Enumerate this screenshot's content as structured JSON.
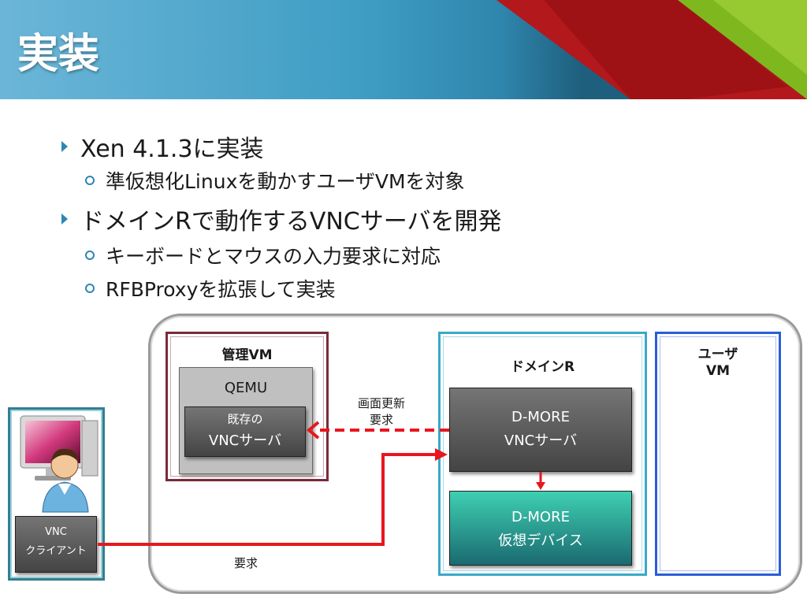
{
  "title": "実装",
  "bullets": [
    {
      "text": "Xen 4.1.3に実装",
      "level": 1
    },
    {
      "text": "準仮想化Linuxを動かすユーザVMを対象",
      "level": 2
    },
    {
      "text": "ドメインRで動作するVNCサーバを開発",
      "level": 1
    },
    {
      "text": "キーボードとマウスの入力要求に対応",
      "level": 2
    },
    {
      "text": "RFBProxyを拡張して実装",
      "level": 2
    }
  ],
  "diagram": {
    "mgmt_vm": "管理VM",
    "qemu": "QEMU",
    "existing_vnc_line1": "既存の",
    "existing_vnc_line2": "VNCサーバ",
    "domain_r": "ドメインR",
    "dmore_vnc_line1": "D-MORE",
    "dmore_vnc_line2": "VNCサーバ",
    "dmore_dev_line1": "D-MORE",
    "dmore_dev_line2": "仮想デバイス",
    "user_vm_line1": "ユーザ",
    "user_vm_line2": "VM",
    "client_line1": "VNC",
    "client_line2": "クライアント",
    "update_req_line1": "画面更新",
    "update_req_line2": "要求",
    "request_label": "要求"
  },
  "colors": {
    "header_blue": "#3f9dc4",
    "header_red": "#b3181c",
    "header_green": "#7fb81e",
    "mgmt_border": "#7a2a3a",
    "domain_r_border": "#3aa9c8",
    "user_vm_border": "#2a5ed8",
    "arrow_red": "#e8161e"
  }
}
